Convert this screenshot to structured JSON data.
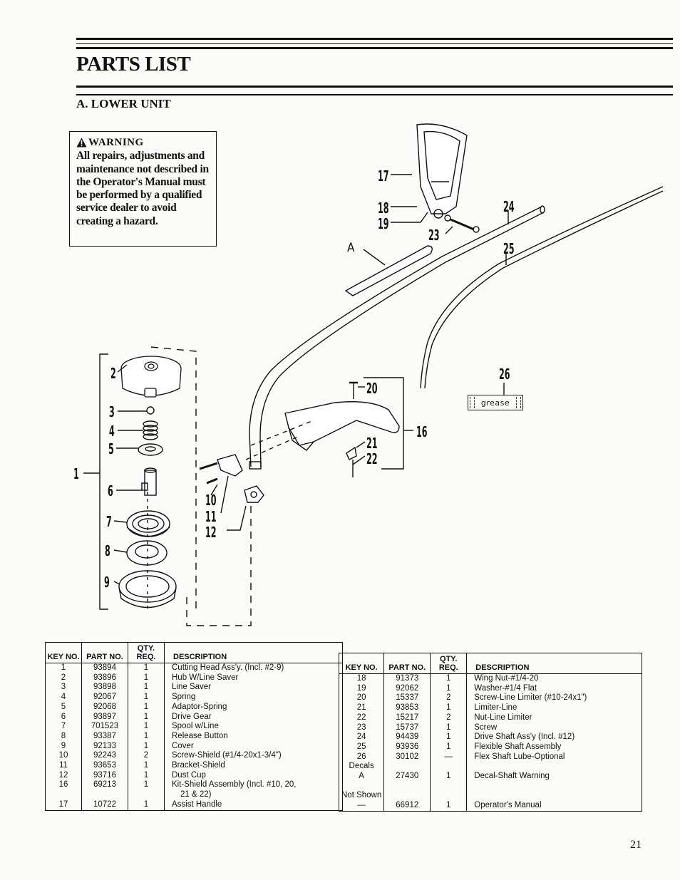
{
  "header": {
    "title": "PARTS LIST",
    "section": "A. LOWER UNIT"
  },
  "warning": {
    "heading": "WARNING",
    "text": "All repairs, adjustments and maintenance not described in the Operator's Manual must be performed by a qualified service dealer to avoid creating a hazard."
  },
  "diagram": {
    "callouts": [
      "1",
      "2",
      "3",
      "4",
      "5",
      "6",
      "7",
      "8",
      "9",
      "10",
      "11",
      "12",
      "16",
      "17",
      "18",
      "19",
      "20",
      "21",
      "22",
      "23",
      "24",
      "25",
      "26",
      "A"
    ],
    "grease_label": "grease"
  },
  "table_left": {
    "headers": [
      "KEY NO.",
      "PART NO.",
      "QTY. REQ.",
      "DESCRIPTION"
    ],
    "rows": [
      [
        "1",
        "93894",
        "1",
        "Cutting Head Ass'y. (Incl. #2-9)"
      ],
      [
        "2",
        "93896",
        "1",
        "Hub W/Line Saver"
      ],
      [
        "3",
        "93898",
        "1",
        "Line Saver"
      ],
      [
        "4",
        "92067",
        "1",
        "Spring"
      ],
      [
        "5",
        "92068",
        "1",
        "Adaptor-Spring"
      ],
      [
        "6",
        "93897",
        "1",
        "Drive Gear"
      ],
      [
        "7",
        "701523",
        "1",
        "Spool w/Line"
      ],
      [
        "8",
        "93387",
        "1",
        "Release Button"
      ],
      [
        "9",
        "92133",
        "1",
        "Cover"
      ],
      [
        "10",
        "92243",
        "2",
        "Screw-Shield (#1/4-20x1-3/4\")"
      ],
      [
        "11",
        "93653",
        "1",
        "Bracket-Shield"
      ],
      [
        "12",
        "93716",
        "1",
        "Dust Cup"
      ],
      [
        "16",
        "69213",
        "1",
        "Kit-Shield Assembly (Incl. #10, 20,"
      ],
      [
        "",
        "",
        "",
        "21 & 22)"
      ],
      [
        "17",
        "10722",
        "1",
        "Assist Handle"
      ]
    ]
  },
  "table_right": {
    "headers": [
      "KEY NO.",
      "PART NO.",
      "QTY. REQ.",
      "DESCRIPTION"
    ],
    "rows": [
      [
        "18",
        "91373",
        "1",
        "Wing Nut-#1/4-20"
      ],
      [
        "19",
        "92062",
        "1",
        "Washer-#1/4 Flat"
      ],
      [
        "20",
        "15337",
        "2",
        "Screw-Line Limiter (#10-24x1\")"
      ],
      [
        "21",
        "93853",
        "1",
        "Limiter-Line"
      ],
      [
        "22",
        "15217",
        "2",
        "Nut-Line Limiter"
      ],
      [
        "23",
        "15737",
        "1",
        "Screw"
      ],
      [
        "24",
        "94439",
        "1",
        "Drive Shaft Ass'y (Incl. #12)"
      ],
      [
        "25",
        "93936",
        "1",
        "Flexible Shaft Assembly"
      ],
      [
        "26",
        "30102",
        "—",
        "Flex Shaft Lube-Optional"
      ],
      [
        "Decals",
        "",
        "",
        ""
      ],
      [
        "A",
        "27430",
        "1",
        "Decal-Shaft Warning"
      ],
      [
        "",
        "",
        "",
        ""
      ],
      [
        "Not Shown",
        "",
        "",
        ""
      ],
      [
        "—",
        "66912",
        "1",
        "Operator's Manual"
      ]
    ]
  },
  "page_number": "21"
}
